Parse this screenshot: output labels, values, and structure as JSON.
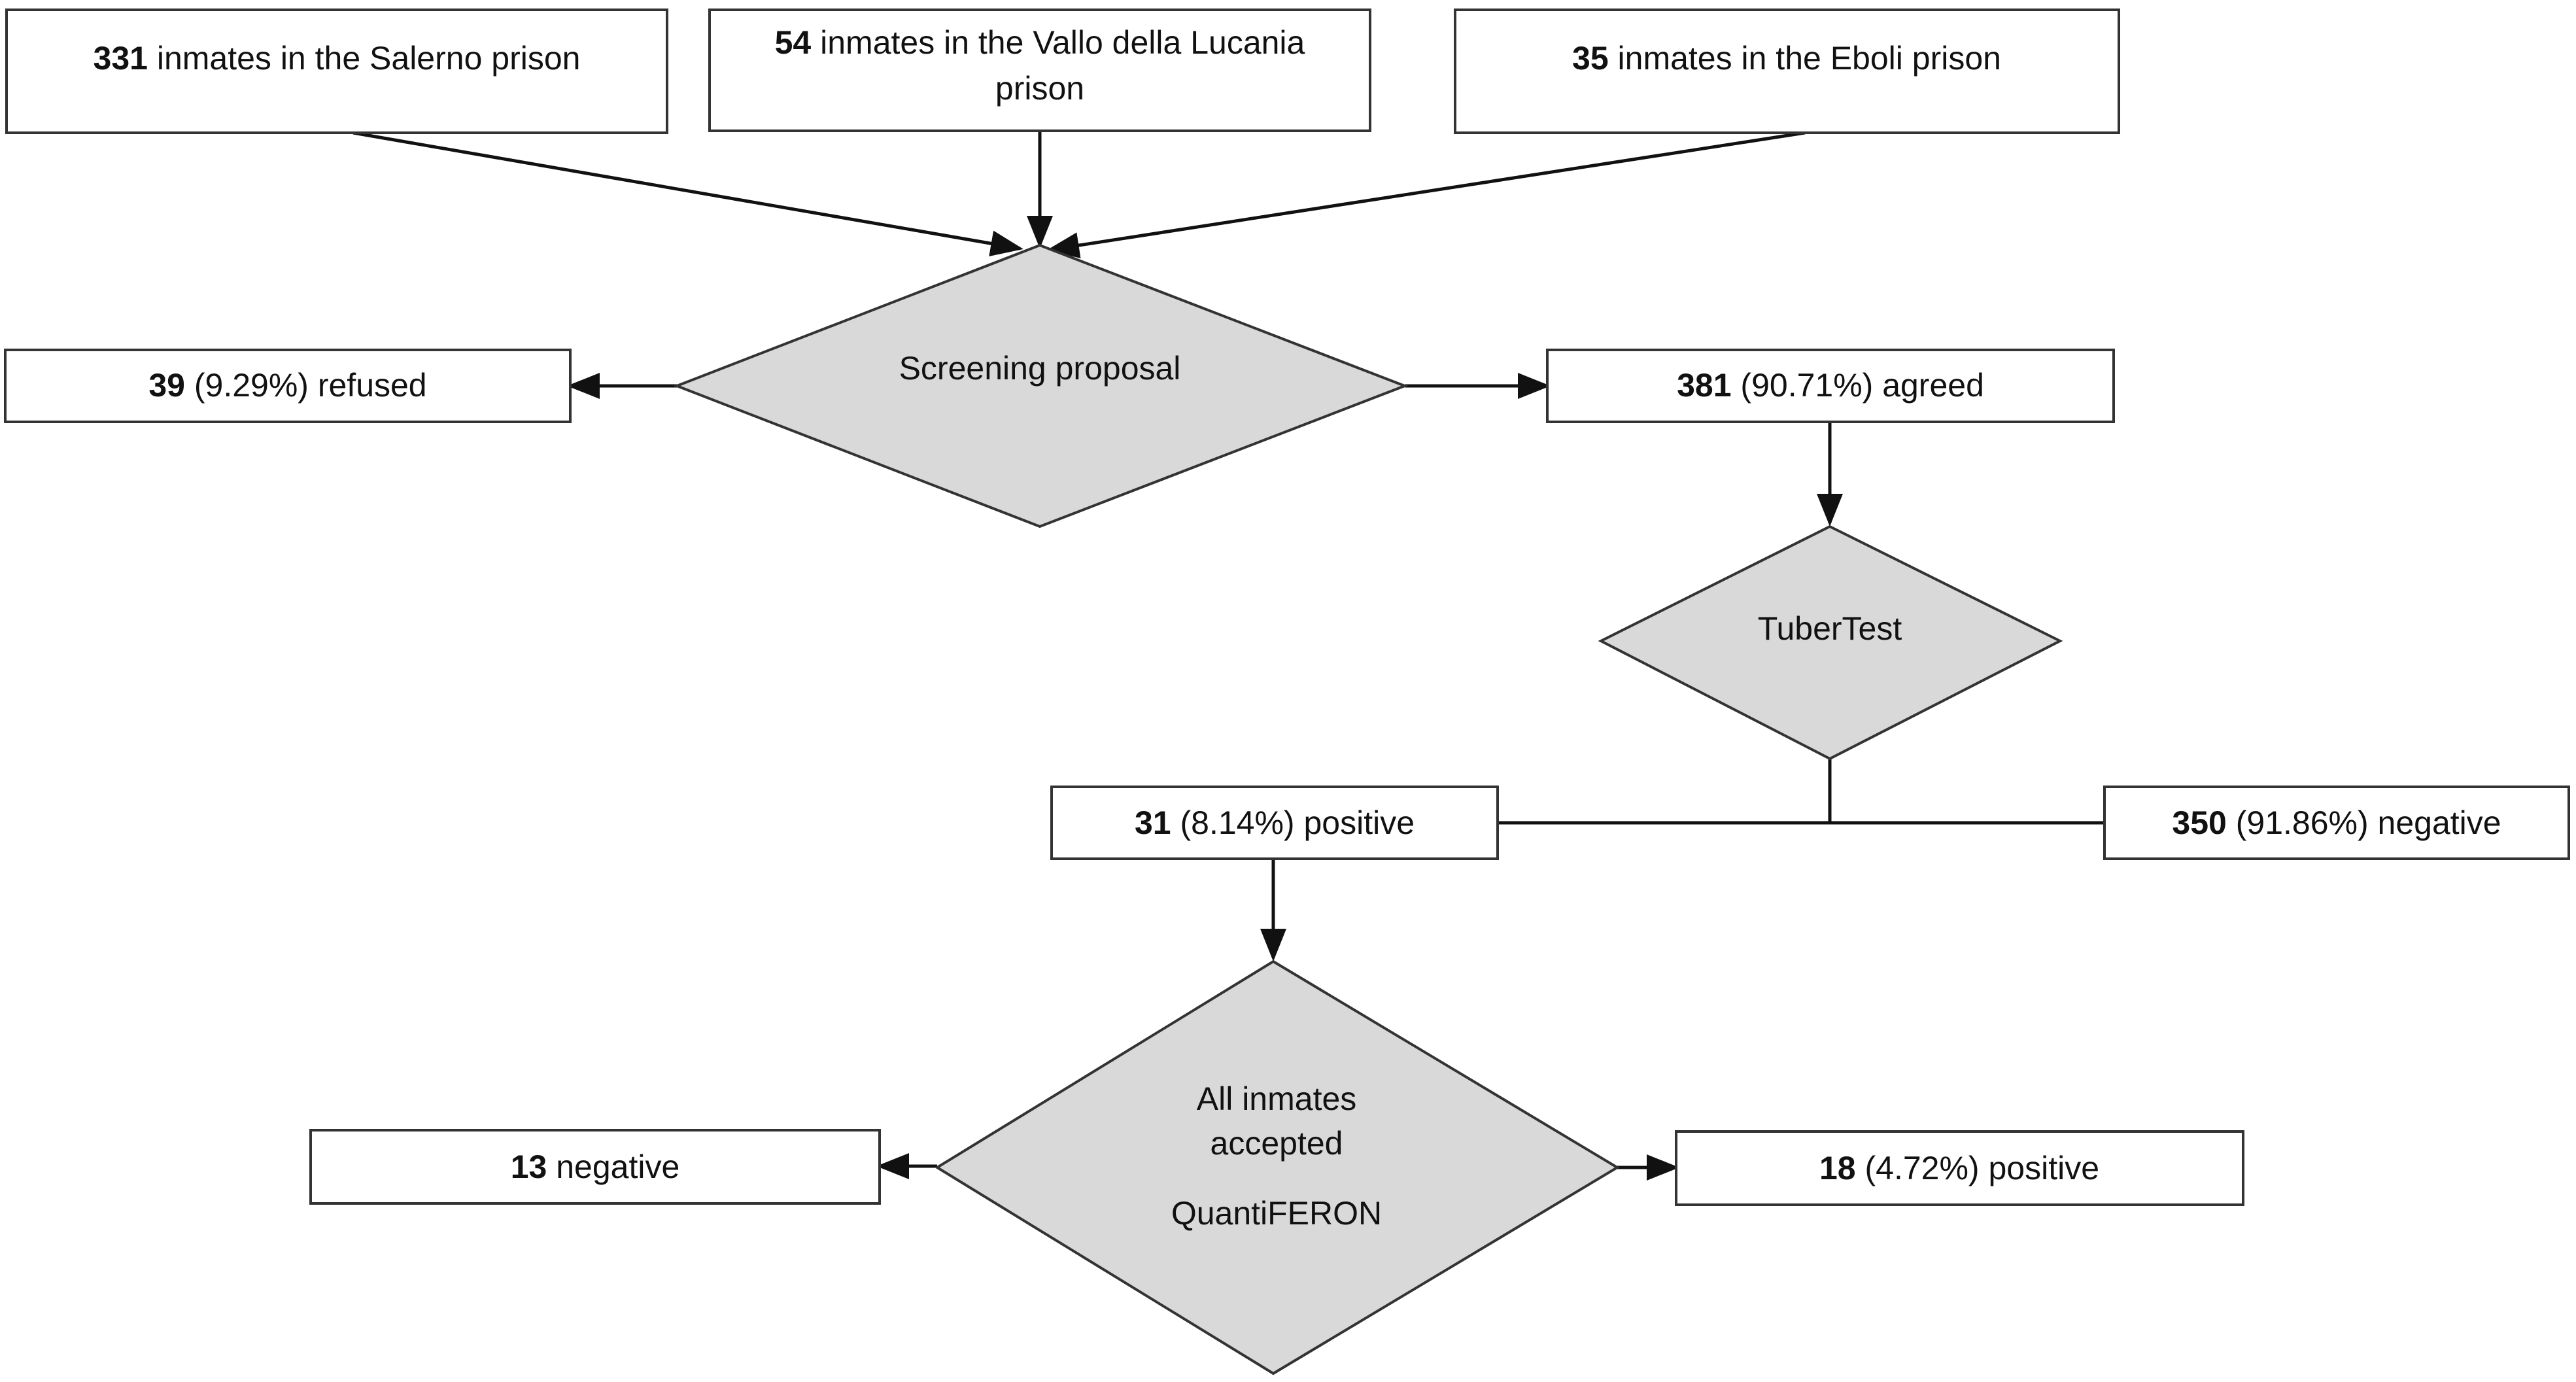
{
  "nodes": {
    "salerno": {
      "num": "331",
      "text": " inmates in the Salerno prison"
    },
    "vallo": {
      "num": "54",
      "line1": " inmates in the Vallo della Lucania",
      "line2": "prison"
    },
    "eboli": {
      "num": "35",
      "text": " inmates in the Eboli prison"
    },
    "screening": {
      "label": "Screening proposal"
    },
    "refused": {
      "num": "39",
      "text": " (9.29%) refused"
    },
    "agreed": {
      "num": "381",
      "text": " (90.71%) agreed"
    },
    "tubertest": {
      "label": "TuberTest"
    },
    "tst_positive": {
      "num": "31",
      "text": " (8.14%) positive"
    },
    "tst_negative": {
      "num": "350",
      "text": " (91.86%) negative"
    },
    "quantiferon": {
      "line1": "All inmates",
      "line2": "accepted",
      "line3": "QuantiFERON"
    },
    "qf_negative": {
      "num": "13",
      "text": " negative"
    },
    "qf_positive": {
      "num": "18",
      "text": " (4.72%) positive"
    }
  }
}
